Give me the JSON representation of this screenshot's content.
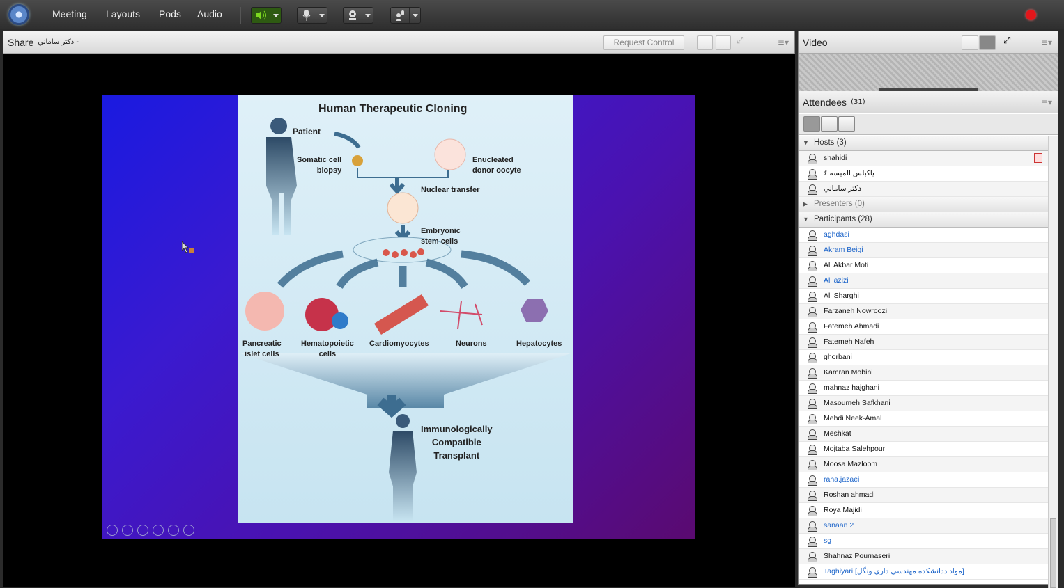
{
  "menu": {
    "meeting": "Meeting",
    "layouts": "Layouts",
    "pods": "Pods",
    "audio": "Audio"
  },
  "share": {
    "title": "Share",
    "presenter": "دکتر ساماني -",
    "request_control": "Request Control"
  },
  "slide": {
    "title": "Human Therapeutic Cloning",
    "patient": "Patient",
    "somatic": "Somatic cell\nbiopsy",
    "enucleated": "Enucleated\ndonor oocyte",
    "nuclear": "Nuclear transfer",
    "embryonic": "Embryonic\nstem cells",
    "pancreatic": "Pancreatic\nislet cells",
    "hematopoietic": "Hematopoietic\ncells",
    "cardio": "Cardiomyocytes",
    "neurons": "Neurons",
    "hepato": "Hepatocytes",
    "immuno": "Immunologically\nCompatible\nTransplant"
  },
  "video": {
    "title": "Video"
  },
  "attendees": {
    "title": "Attendees",
    "count": "(31)",
    "hosts_label": "Hosts (3)",
    "presenters_label": "Presenters (0)",
    "participants_label": "Participants (28)",
    "hosts": [
      "shahidi",
      "ياکبلس الميسه ۶",
      "دکتر ساماني"
    ],
    "participants": [
      {
        "name": "aghdasi",
        "blue": true
      },
      {
        "name": "Akram Beigi",
        "blue": true
      },
      {
        "name": "Ali Akbar Moti",
        "blue": false
      },
      {
        "name": "Ali azizi",
        "blue": true
      },
      {
        "name": "Ali Sharghi",
        "blue": false
      },
      {
        "name": "Farzaneh Nowroozi",
        "blue": false
      },
      {
        "name": "Fatemeh Ahmadi",
        "blue": false
      },
      {
        "name": "Fatemeh Nafeh",
        "blue": false
      },
      {
        "name": "ghorbani",
        "blue": false
      },
      {
        "name": "Kamran Mobini",
        "blue": false
      },
      {
        "name": "mahnaz hajghani",
        "blue": false
      },
      {
        "name": "Masoumeh Safkhani",
        "blue": false
      },
      {
        "name": "Mehdi Neek-Amal",
        "blue": false
      },
      {
        "name": "Meshkat",
        "blue": false
      },
      {
        "name": "Mojtaba Salehpour",
        "blue": false
      },
      {
        "name": "Moosa Mazloom",
        "blue": false
      },
      {
        "name": "raha.jazaei",
        "blue": true
      },
      {
        "name": "Roshan ahmadi",
        "blue": false
      },
      {
        "name": "Roya Majidi",
        "blue": false
      },
      {
        "name": "sanaan 2",
        "blue": true
      },
      {
        "name": "sg",
        "blue": true
      },
      {
        "name": "Shahnaz Pournaseri",
        "blue": false
      },
      {
        "name": "Taghiyari [مواد ددانشکده مهندسي داري ونگل]",
        "blue": true
      }
    ]
  },
  "colors": {
    "record": "#e3161b",
    "link": "#1a63c9"
  }
}
